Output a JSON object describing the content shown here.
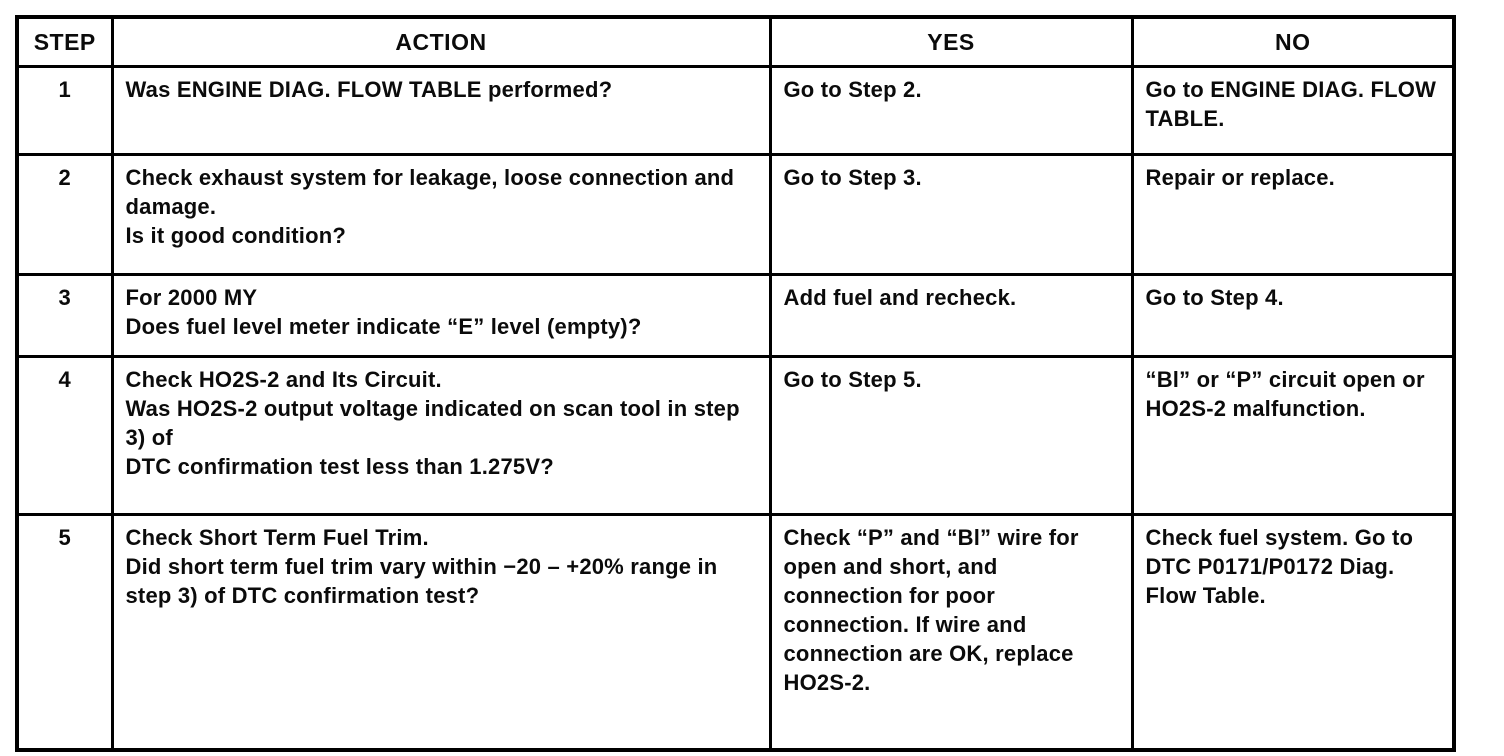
{
  "table": {
    "columns": [
      "STEP",
      "ACTION",
      "YES",
      "NO"
    ],
    "rows": [
      {
        "step": "1",
        "action": "Was ENGINE DIAG. FLOW TABLE performed?",
        "yes": "Go to Step 2.",
        "no": "Go to ENGINE DIAG. FLOW TABLE."
      },
      {
        "step": "2",
        "action": "Check exhaust system for leakage, loose connection and damage.\nIs it good condition?",
        "yes": "Go to Step 3.",
        "no": "Repair or replace."
      },
      {
        "step": "3",
        "action": "For 2000 MY\nDoes fuel level meter indicate “E” level (empty)?",
        "yes": "Add fuel and recheck.",
        "no": "Go to Step 4."
      },
      {
        "step": "4",
        "action": "Check HO2S-2 and Its Circuit.\nWas HO2S-2 output voltage indicated on scan tool in step 3) of\nDTC confirmation test less than 1.275V?",
        "yes": "Go to Step 5.",
        "no": "“Bl” or “P” circuit open or HO2S-2 malfunction."
      },
      {
        "step": "5",
        "action": "Check Short Term Fuel Trim.\nDid short term fuel trim vary within −20 – +20% range in step 3) of DTC confirmation test?",
        "yes": "Check “P” and “Bl” wire for open and short, and connection for poor connection. If wire and connection are OK, replace HO2S-2.",
        "no": "Check fuel system. Go to DTC P0171/P0172 Diag. Flow Table."
      }
    ]
  }
}
